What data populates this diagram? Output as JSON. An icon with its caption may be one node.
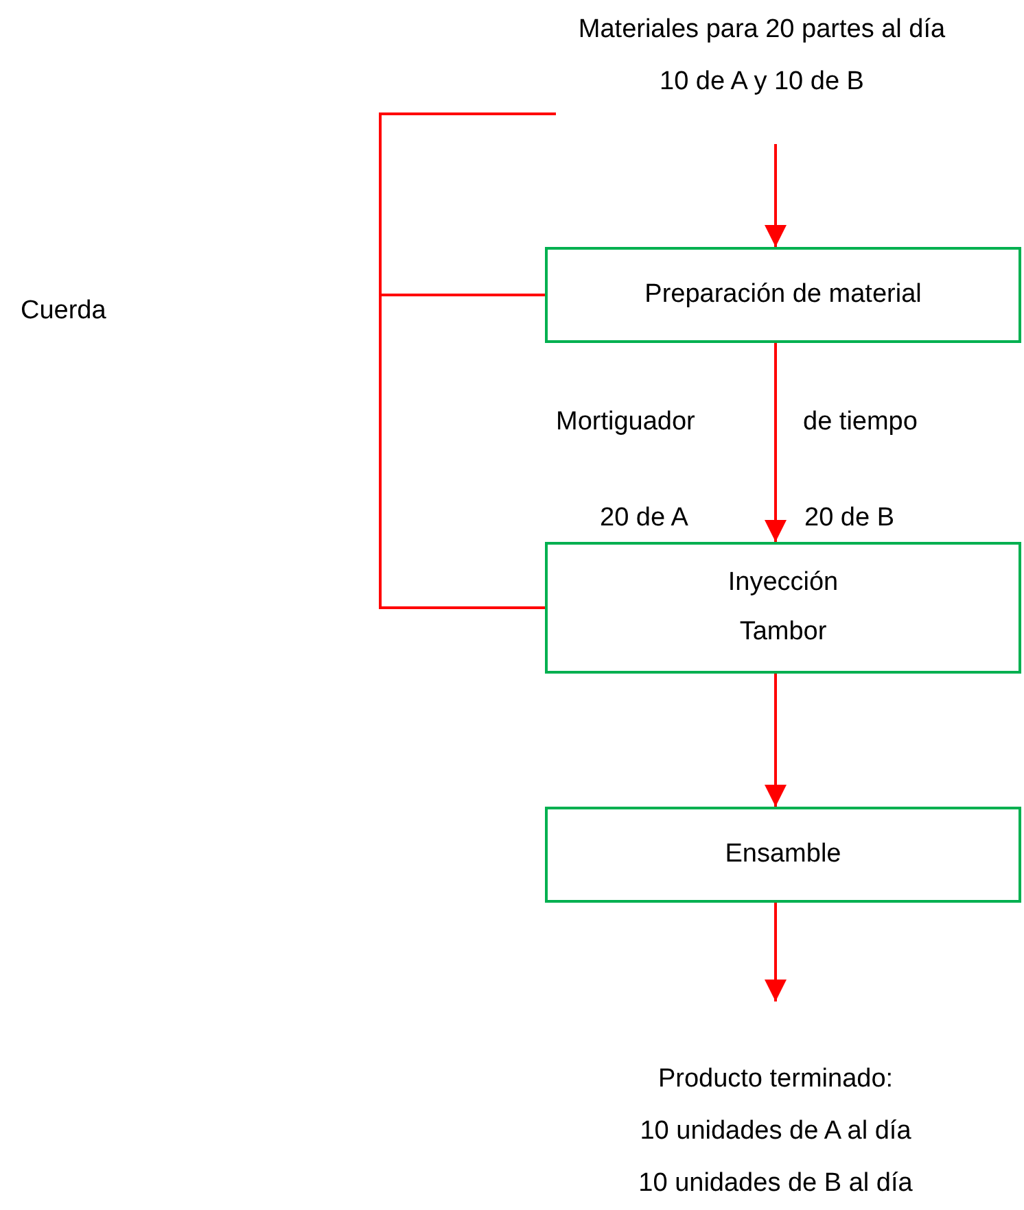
{
  "diagram": {
    "nodes": [
      {
        "text": [
          "Materiales para 20 partes al día",
          "10 de A y 10 de B"
        ]
      },
      {
        "text": [
          "Preparación de material"
        ]
      },
      {
        "text": [
          "Inyección",
          "Tambor"
        ]
      },
      {
        "text": [
          "Ensamble"
        ]
      },
      {
        "text": [
          "Producto terminado:",
          "10 unidades de A al día",
          "10 unidades de B al día"
        ]
      }
    ],
    "edges": [
      {
        "from": 0,
        "to": 1,
        "arrow": "to"
      },
      {
        "from": 1,
        "to": 2,
        "arrow": "to"
      },
      {
        "from": 2,
        "to": 3,
        "arrow": "to"
      },
      {
        "from": 3,
        "to": 4,
        "arrow": "to"
      },
      {
        "from": 0,
        "to": 1,
        "arrow": "none"
      },
      {
        "from": 0,
        "to": 2,
        "arrow": "none"
      }
    ],
    "labels": [
      "Cuerda",
      "Mortiguador",
      "de tiempo",
      "20 de A",
      "20 de B"
    ]
  }
}
